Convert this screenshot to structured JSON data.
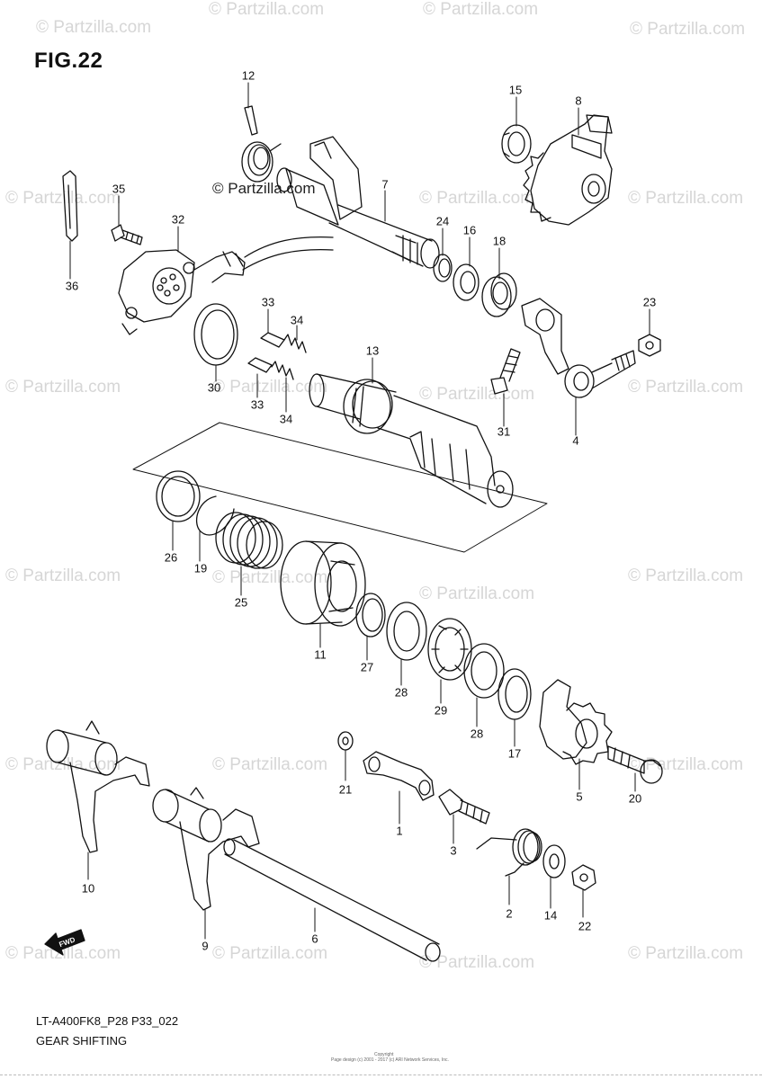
{
  "figure": {
    "title": "FIG.22",
    "model_code": "LT-A400FK8_P28 P33_022",
    "section_name": "GEAR SHIFTING",
    "brand": "© Partzilla.com",
    "watermark": "© Partzilla.com",
    "fwd_label": "FWD",
    "copyright_line1": "Copyright",
    "copyright_line2": "Page design (c) 2001 - 2017 (c) ARI Network Services, Inc."
  },
  "callouts": {
    "c1": "1",
    "c2": "2",
    "c3": "3",
    "c4": "4",
    "c5": "5",
    "c6": "6",
    "c7": "7",
    "c8": "8",
    "c9": "9",
    "c10": "10",
    "c11": "11",
    "c12": "12",
    "c13": "13",
    "c14": "14",
    "c15": "15",
    "c16": "16",
    "c17": "17",
    "c18": "18",
    "c19": "19",
    "c20": "20",
    "c21": "21",
    "c22": "22",
    "c23": "23",
    "c24": "24",
    "c25": "25",
    "c26": "26",
    "c27": "27",
    "c28a": "28",
    "c28b": "28",
    "c29": "29",
    "c30": "30",
    "c31": "31",
    "c32": "32",
    "c33a": "33",
    "c33b": "33",
    "c34a": "34",
    "c34b": "34",
    "c35": "35",
    "c36": "36"
  },
  "colors": {
    "line": "#111111",
    "watermark": "#d6d6d6",
    "background": "#ffffff"
  }
}
